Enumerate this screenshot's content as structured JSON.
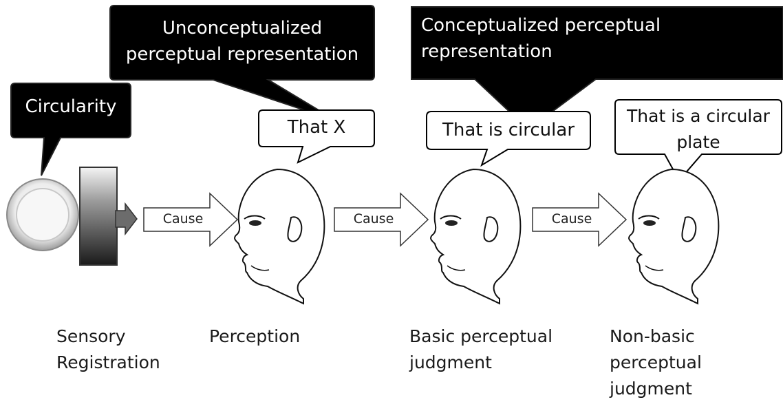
{
  "callouts": {
    "circularity": "Circularity",
    "unconceptualized": "Unconceptualized perceptual representation",
    "conceptualized_line1": "Conceptualized perceptual",
    "conceptualized_line2": "representation"
  },
  "thoughts": {
    "perception": "That X",
    "basic": "That is circular",
    "nonbasic": "That is a circular plate"
  },
  "arrows": {
    "a1": "Cause",
    "a2": "Cause",
    "a3": "Cause"
  },
  "stages": {
    "sensory": "Sensory Registration",
    "perception": "Perception",
    "basic": "Basic perceptual judgment",
    "nonbasic": "Non-basic perceptual judgment"
  },
  "colors": {
    "callout_fill": "#000000",
    "callout_text": "#ffffff",
    "bubble_stroke": "#000000"
  },
  "icons": {
    "plate": "plate-icon",
    "sensor": "sensor-block-icon",
    "head": "head-profile-icon"
  }
}
